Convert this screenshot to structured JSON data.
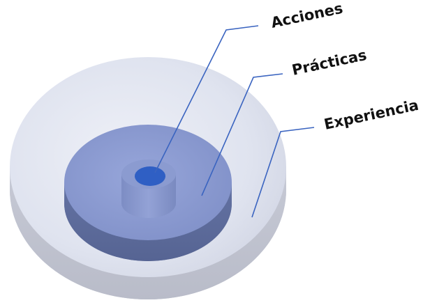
{
  "labels": {
    "inner": "Acciones",
    "middle": "Prácticas",
    "outer": "Experiencia"
  },
  "colors": {
    "outer_disc_top": "#dfe3ef",
    "outer_disc_side": "#c3c6d2",
    "middle_disc_top": "#8a9bd2",
    "middle_disc_side": "#5f6e9e",
    "inner_cylinder": "#8595cc",
    "inner_core": "#2f5fc4",
    "leader_line": "#3a64c0",
    "label_text": "#111111"
  }
}
